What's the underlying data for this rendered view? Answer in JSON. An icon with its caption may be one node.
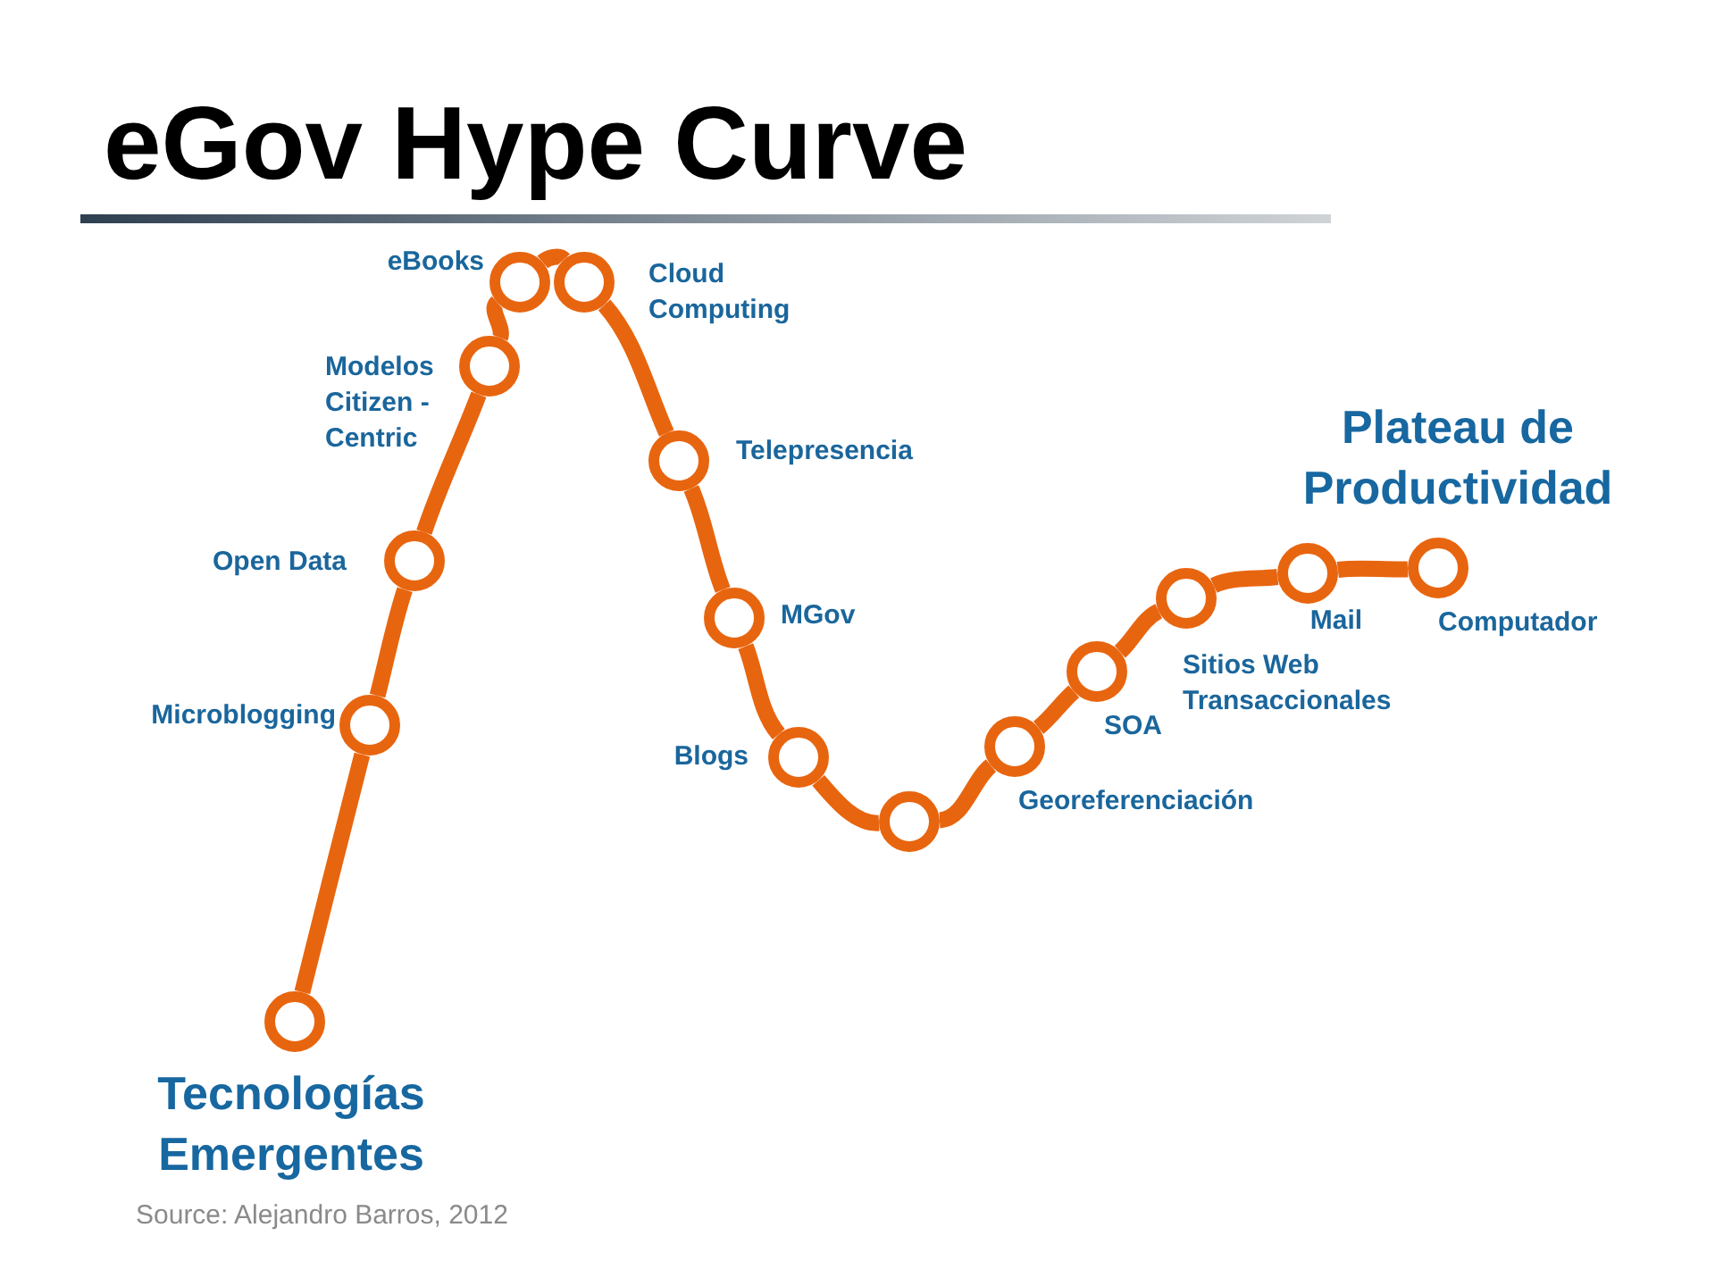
{
  "diagram": {
    "title": "eGov Hype Curve",
    "caption": "Source: Alejandro Barros, 2012",
    "nodes": [
      {
        "text": [],
        "shape": "circle"
      },
      {
        "text": [],
        "shape": "circle",
        "beside": [
          "Microblogging"
        ]
      },
      {
        "text": [],
        "shape": "circle",
        "beside": [
          "Open Data"
        ]
      },
      {
        "text": [],
        "shape": "circle",
        "beside": [
          "Modelos Citizen - Centric"
        ]
      },
      {
        "text": [],
        "shape": "circle",
        "beside": [
          "eBooks"
        ]
      },
      {
        "text": [],
        "shape": "circle",
        "beside": [
          "Cloud Computing"
        ]
      },
      {
        "text": [],
        "shape": "circle",
        "beside": [
          "Telepresencia"
        ]
      },
      {
        "text": [],
        "shape": "circle",
        "beside": [
          "MGov"
        ]
      },
      {
        "text": [],
        "shape": "circle",
        "beside": [
          "Blogs"
        ]
      },
      {
        "text": [],
        "shape": "circle"
      },
      {
        "text": [],
        "shape": "circle",
        "beside": [
          "Georeferenciación"
        ]
      },
      {
        "text": [],
        "shape": "circle",
        "beside": [
          "SOA"
        ]
      },
      {
        "text": [],
        "shape": "circle",
        "beside": [
          "Sitios Web Transaccionales"
        ]
      },
      {
        "text": [],
        "shape": "circle",
        "beside": [
          "Mail"
        ]
      },
      {
        "text": [],
        "shape": "circle",
        "beside": [
          "Computador"
        ]
      }
    ],
    "edges": [
      {
        "from": 0,
        "to": 1,
        "arrow": "none"
      },
      {
        "from": 1,
        "to": 2,
        "arrow": "none"
      },
      {
        "from": 2,
        "to": 3,
        "arrow": "none"
      },
      {
        "from": 3,
        "to": 4,
        "arrow": "none"
      },
      {
        "from": 4,
        "to": 5,
        "arrow": "none"
      },
      {
        "from": 5,
        "to": 6,
        "arrow": "none"
      },
      {
        "from": 6,
        "to": 7,
        "arrow": "none"
      },
      {
        "from": 7,
        "to": 8,
        "arrow": "none"
      },
      {
        "from": 8,
        "to": 9,
        "arrow": "none"
      },
      {
        "from": 9,
        "to": 10,
        "arrow": "none"
      },
      {
        "from": 10,
        "to": 11,
        "arrow": "none"
      },
      {
        "from": 11,
        "to": 12,
        "arrow": "none"
      },
      {
        "from": 12,
        "to": 13,
        "arrow": "none"
      },
      {
        "from": 13,
        "to": 14,
        "arrow": "none"
      }
    ],
    "labels": [
      "Plateau de Productividad",
      "Tecnologías Emergentes"
    ]
  }
}
